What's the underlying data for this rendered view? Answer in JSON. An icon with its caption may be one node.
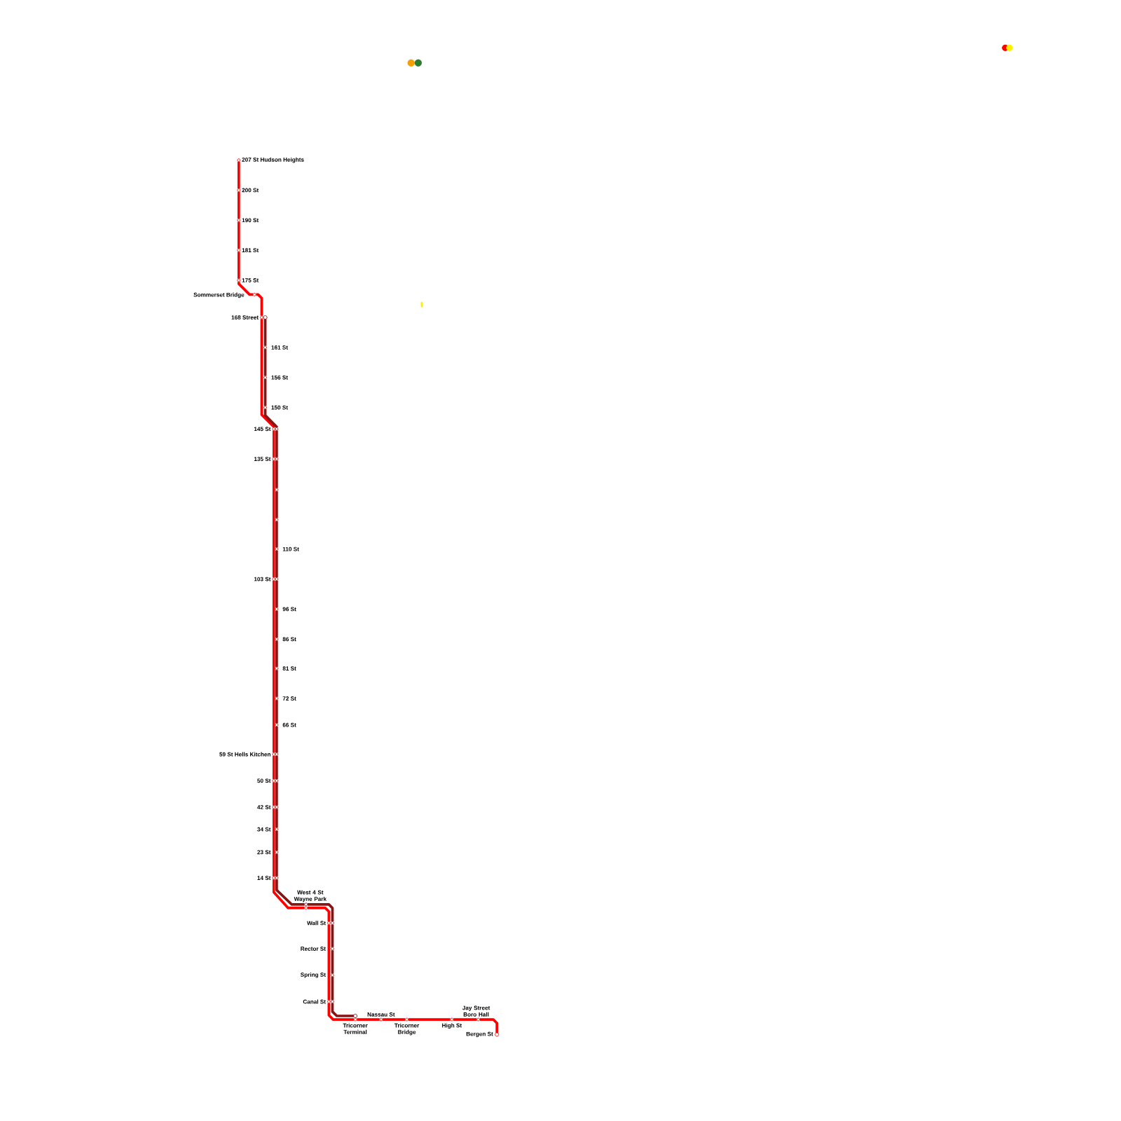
{
  "diagram": {
    "nodes": [
      {
        "text": [
          "207 St Hudson Heights"
        ]
      },
      {
        "text": [
          "200 St"
        ]
      },
      {
        "text": [
          "190 St"
        ]
      },
      {
        "text": [
          "181 St"
        ]
      },
      {
        "text": [
          "175 St"
        ]
      },
      {
        "text": [
          "Sommerset Bridge"
        ]
      },
      {
        "text": [
          "168 Street"
        ]
      },
      {
        "text": [
          "161 St"
        ]
      },
      {
        "text": [
          "156 St"
        ]
      },
      {
        "text": [
          "150 St"
        ]
      },
      {
        "text": [
          "145 St"
        ]
      },
      {
        "text": [
          "135 St"
        ]
      },
      {
        "text": [],
        "shape": "circle"
      },
      {
        "text": [],
        "shape": "circle"
      },
      {
        "text": [
          "110 St"
        ]
      },
      {
        "text": [
          "103 St"
        ]
      },
      {
        "text": [
          "96 St"
        ]
      },
      {
        "text": [
          "86 St"
        ]
      },
      {
        "text": [
          "81 St"
        ]
      },
      {
        "text": [
          "72 St"
        ]
      },
      {
        "text": [
          "66 St"
        ]
      },
      {
        "text": [
          "59 St Hells Kitchen"
        ]
      },
      {
        "text": [
          "50 St"
        ]
      },
      {
        "text": [
          "42 St"
        ]
      },
      {
        "text": [
          "34 St"
        ]
      },
      {
        "text": [
          "23 St"
        ]
      },
      {
        "text": [
          "14 St"
        ]
      },
      {
        "text": [
          "West 4 St Wayne Park"
        ]
      },
      {
        "text": [
          "Wall St"
        ]
      },
      {
        "text": [
          "Rector St"
        ]
      },
      {
        "text": [
          "Spring St"
        ]
      },
      {
        "text": [
          "Canal St"
        ]
      },
      {
        "text": [
          "Tricorner Terminal"
        ]
      },
      {
        "text": [
          "Nassau St"
        ]
      },
      {
        "text": [
          "Tricorner Bridge"
        ]
      },
      {
        "text": [
          "High St"
        ]
      },
      {
        "text": [
          "Jay Street Boro Hall"
        ]
      },
      {
        "text": [
          "Bergen St"
        ]
      }
    ],
    "edges": [
      {
        "from": 0,
        "to": 1,
        "arrow": "none",
        "color": "#ff0000"
      },
      {
        "from": 1,
        "to": 2,
        "arrow": "none",
        "color": "#ff0000"
      },
      {
        "from": 2,
        "to": 3,
        "arrow": "none",
        "color": "#ff0000"
      },
      {
        "from": 3,
        "to": 4,
        "arrow": "none",
        "color": "#ff0000"
      },
      {
        "from": 4,
        "to": 5,
        "arrow": "none",
        "color": "#ff0000"
      },
      {
        "from": 5,
        "to": 6,
        "arrow": "none",
        "color": "#ff0000"
      },
      {
        "from": 6,
        "to": 10,
        "arrow": "none",
        "color": "#ff0000"
      },
      {
        "from": 10,
        "to": 11,
        "arrow": "none",
        "color": "#ff0000"
      },
      {
        "from": 11,
        "to": 15,
        "arrow": "none",
        "color": "#ff0000"
      },
      {
        "from": 15,
        "to": 21,
        "arrow": "none",
        "color": "#ff0000"
      },
      {
        "from": 21,
        "to": 22,
        "arrow": "none",
        "color": "#ff0000"
      },
      {
        "from": 22,
        "to": 23,
        "arrow": "none",
        "color": "#ff0000"
      },
      {
        "from": 23,
        "to": 26,
        "arrow": "none",
        "color": "#ff0000"
      },
      {
        "from": 26,
        "to": 27,
        "arrow": "none",
        "color": "#ff0000"
      },
      {
        "from": 27,
        "to": 28,
        "arrow": "none",
        "color": "#ff0000"
      },
      {
        "from": 28,
        "to": 31,
        "arrow": "none",
        "color": "#ff0000"
      },
      {
        "from": 31,
        "to": 32,
        "arrow": "none",
        "color": "#ff0000"
      },
      {
        "from": 32,
        "to": 33,
        "arrow": "none",
        "color": "#ff0000"
      },
      {
        "from": 33,
        "to": 34,
        "arrow": "none",
        "color": "#ff0000"
      },
      {
        "from": 34,
        "to": 35,
        "arrow": "none",
        "color": "#ff0000"
      },
      {
        "from": 35,
        "to": 36,
        "arrow": "none",
        "color": "#ff0000"
      },
      {
        "from": 36,
        "to": 37,
        "arrow": "none",
        "color": "#ff0000"
      },
      {
        "from": 6,
        "to": 7,
        "arrow": "none",
        "color": "#8b1212"
      },
      {
        "from": 7,
        "to": 8,
        "arrow": "none",
        "color": "#8b1212"
      },
      {
        "from": 8,
        "to": 9,
        "arrow": "none",
        "color": "#8b1212"
      },
      {
        "from": 9,
        "to": 10,
        "arrow": "none",
        "color": "#8b1212"
      },
      {
        "from": 10,
        "to": 11,
        "arrow": "none",
        "color": "#8b1212"
      },
      {
        "from": 11,
        "to": 12,
        "arrow": "none",
        "color": "#8b1212"
      },
      {
        "from": 12,
        "to": 13,
        "arrow": "none",
        "color": "#8b1212"
      },
      {
        "from": 13,
        "to": 14,
        "arrow": "none",
        "color": "#8b1212"
      },
      {
        "from": 14,
        "to": 15,
        "arrow": "none",
        "color": "#8b1212"
      },
      {
        "from": 15,
        "to": 16,
        "arrow": "none",
        "color": "#8b1212"
      },
      {
        "from": 16,
        "to": 17,
        "arrow": "none",
        "color": "#8b1212"
      },
      {
        "from": 17,
        "to": 18,
        "arrow": "none",
        "color": "#8b1212"
      },
      {
        "from": 18,
        "to": 19,
        "arrow": "none",
        "color": "#8b1212"
      },
      {
        "from": 19,
        "to": 20,
        "arrow": "none",
        "color": "#8b1212"
      },
      {
        "from": 20,
        "to": 21,
        "arrow": "none",
        "color": "#8b1212"
      },
      {
        "from": 21,
        "to": 22,
        "arrow": "none",
        "color": "#8b1212"
      },
      {
        "from": 22,
        "to": 23,
        "arrow": "none",
        "color": "#8b1212"
      },
      {
        "from": 23,
        "to": 24,
        "arrow": "none",
        "color": "#8b1212"
      },
      {
        "from": 24,
        "to": 25,
        "arrow": "none",
        "color": "#8b1212"
      },
      {
        "from": 25,
        "to": 26,
        "arrow": "none",
        "color": "#8b1212"
      },
      {
        "from": 26,
        "to": 27,
        "arrow": "none",
        "color": "#8b1212"
      },
      {
        "from": 27,
        "to": 28,
        "arrow": "none",
        "color": "#8b1212"
      },
      {
        "from": 28,
        "to": 29,
        "arrow": "none",
        "color": "#8b1212"
      },
      {
        "from": 29,
        "to": 30,
        "arrow": "none",
        "color": "#8b1212"
      },
      {
        "from": 30,
        "to": 31,
        "arrow": "none",
        "color": "#8b1212"
      },
      {
        "from": 31,
        "to": 32,
        "arrow": "none",
        "color": "#8b1212"
      }
    ]
  }
}
